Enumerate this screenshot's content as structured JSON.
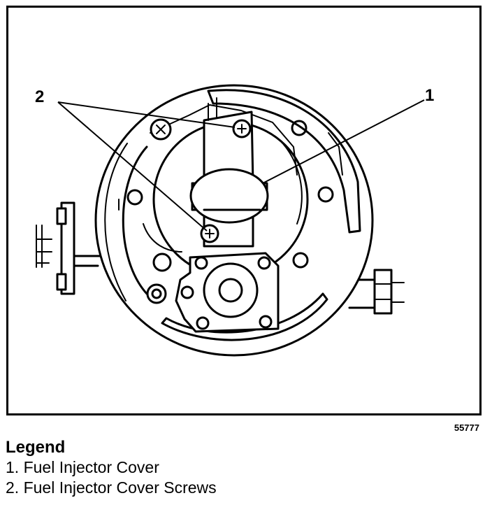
{
  "figure": {
    "callouts": [
      {
        "number": "1"
      },
      {
        "number": "2"
      }
    ],
    "figure_number": "55777"
  },
  "legend": {
    "title": "Legend",
    "items": [
      {
        "text": "1. Fuel Injector Cover"
      },
      {
        "text": "2. Fuel Injector Cover Screws"
      }
    ]
  }
}
